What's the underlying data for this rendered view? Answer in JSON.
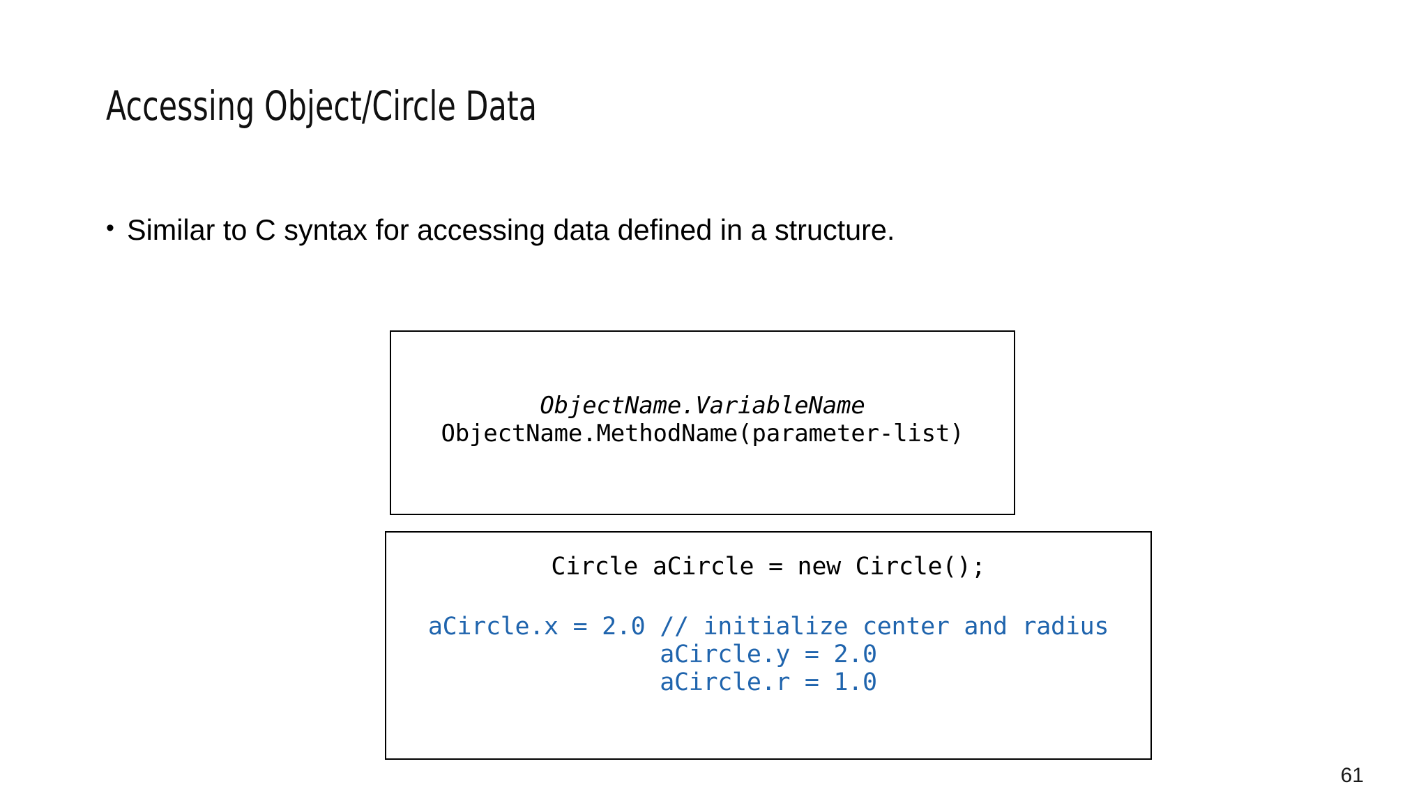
{
  "slide": {
    "title": "Accessing Object/Circle Data",
    "page_number": "61",
    "background_color": "#ffffff"
  },
  "bullets": [
    {
      "marker": "•",
      "text": "Similar to C syntax for accessing data defined in a structure."
    }
  ],
  "syntax_box": {
    "border_color": "#000000",
    "lines": [
      {
        "text": "ObjectName.VariableName",
        "style": "italic",
        "color": "#000000"
      },
      {
        "text": "ObjectName.MethodName(parameter-list)",
        "style": "normal",
        "color": "#000000"
      }
    ]
  },
  "example_box": {
    "border_color": "#000000",
    "accent_color": "#1f64ad",
    "lines": [
      {
        "text": "Circle aCircle = new Circle();",
        "color": "#000000"
      },
      {
        "text": "aCircle.x = 2.0 // initialize center and radius",
        "color": "#1f64ad"
      },
      {
        "text": "aCircle.y = 2.0",
        "color": "#1f64ad"
      },
      {
        "text": "aCircle.r = 1.0",
        "color": "#1f64ad"
      }
    ]
  }
}
